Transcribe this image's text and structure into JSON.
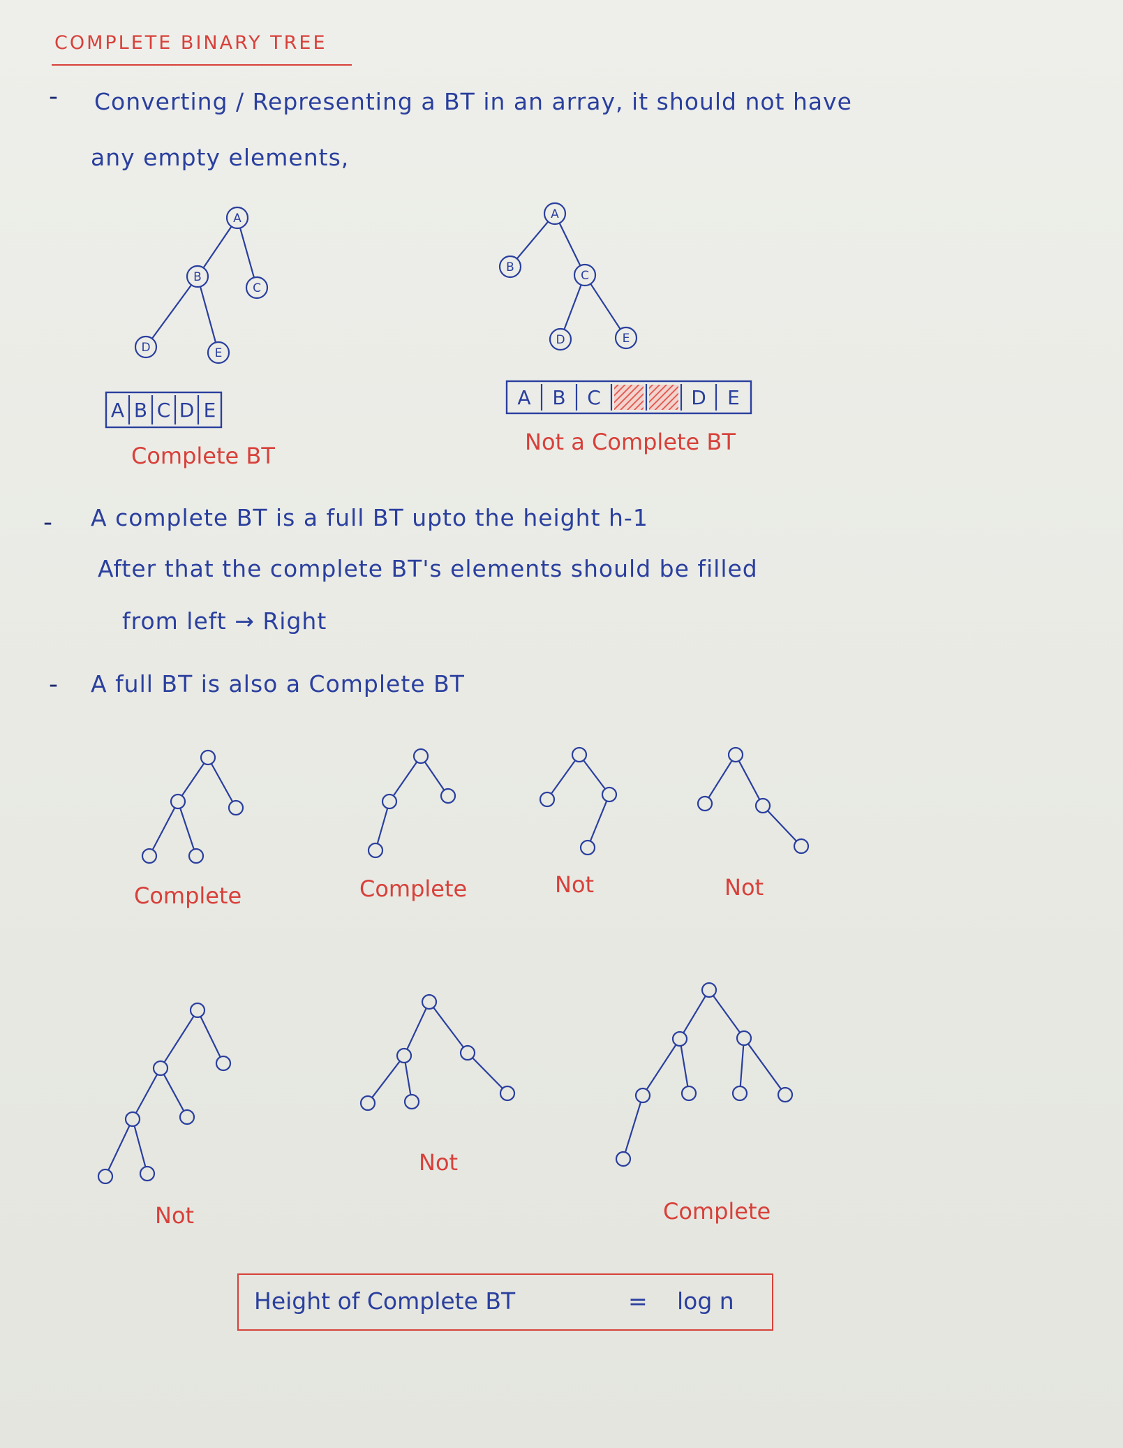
{
  "title": "COMPLETE BINARY TREE",
  "lines": {
    "line1": "Converting / Representing a BT in an array, it should not have",
    "line2": "any empty elements,",
    "bullet2_line1": "A complete BT is a full BT upto the height h-1",
    "bullet2_line2": "After that the complete BT's elements should be filled",
    "bullet2_line3": "from left → Right",
    "bullet3": "A full BT is also a Complete BT"
  },
  "example_left": {
    "nodes": [
      "A",
      "B",
      "C",
      "D",
      "E"
    ],
    "array": [
      "A",
      "B",
      "C",
      "D",
      "E"
    ],
    "caption": "Complete BT"
  },
  "example_right": {
    "nodes": [
      "A",
      "B",
      "C",
      "D",
      "E"
    ],
    "array": [
      "A",
      "B",
      "C",
      "",
      "",
      "D",
      "E"
    ],
    "caption": "Not a Complete BT"
  },
  "tree_labels": [
    "Complete",
    "Complete",
    "Not",
    "Not",
    "Not",
    "Not",
    "Complete"
  ],
  "formula": {
    "lhs": "Height of Complete BT",
    "eq": "=",
    "rhs": "log n"
  },
  "colors": {
    "ink_blue": "#2a3f9e",
    "ink_red": "#d8403a",
    "hatch": "#e0524a"
  }
}
